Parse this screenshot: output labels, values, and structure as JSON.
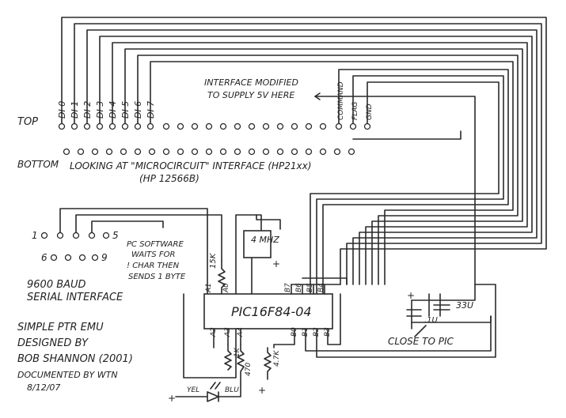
{
  "connector": {
    "top_label": "TOP",
    "bottom_label": "BOTTOM",
    "looking_at": "LOOKING AT \"MICROCIRCUIT\" INTERFACE (HP21xx)",
    "model": "(HP 12566B)",
    "data_pins": [
      "DI 0",
      "DI 1",
      "DI 2",
      "DI 3",
      "DI 4",
      "DI 5",
      "DI 6",
      "DI 7"
    ],
    "control_pins": [
      "COMMAND",
      "FLAG",
      "GND"
    ],
    "modified_note_line1": "INTERFACE MODIFIED",
    "modified_note_line2": "TO SUPPLY 5V HERE"
  },
  "serial": {
    "row1_start": "1",
    "row1_end": "5",
    "row2_start": "6",
    "row2_end": "9",
    "baud": "9600 BAUD",
    "name": "SERIAL INTERFACE",
    "note_lines": [
      "PC SOFTWARE",
      "WAITS FOR",
      "! CHAR THEN",
      "SENDS 1 BYTE"
    ]
  },
  "chip": {
    "name": "PIC16F84-04",
    "top_pins": [
      "A1",
      "A0",
      "B7",
      "B6",
      "B5",
      "B4"
    ],
    "bottom_pins": [
      "A2",
      "A3",
      "A4",
      "B0",
      "B1",
      "B2",
      "B3"
    ]
  },
  "crystal": {
    "label": "4 MHZ",
    "plus": "+"
  },
  "resistors": {
    "r15k": "15K",
    "r1k": "1K",
    "r47k": "4.7K",
    "r470": "470"
  },
  "led": {
    "left": "YEL",
    "right": "BLU",
    "plus": "+"
  },
  "capacitors": {
    "c1": ".1U",
    "c2": "33U",
    "plus": "+",
    "note": "CLOSE TO PIC"
  },
  "credits": [
    "SIMPLE PTR EMU",
    "DESIGNED BY",
    "BOB SHANNON (2001)",
    "DOCUMENTED BY WTN",
    "8/12/07"
  ]
}
